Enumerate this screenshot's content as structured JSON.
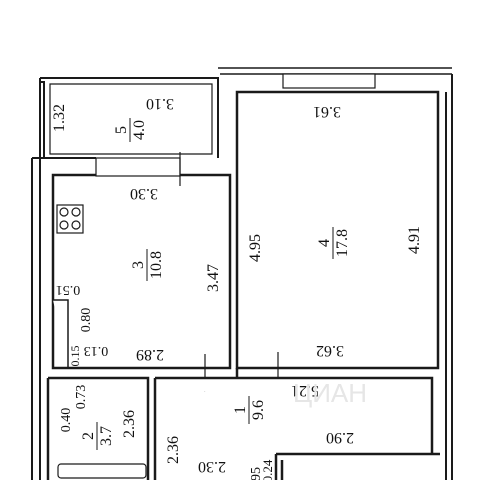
{
  "rooms": [
    {
      "number": "5",
      "area": "4.0",
      "width_label": "3.10",
      "depth_label": "1.32"
    },
    {
      "number": "4",
      "area": "17.8",
      "width_top": "3.61",
      "width_bottom": "3.62",
      "height_left": "4.95",
      "height_right": "4.91"
    },
    {
      "number": "3",
      "area": "10.8",
      "width_top": "3.30",
      "width_bottom": "2.89",
      "height": "3.47",
      "nook_width": "0.51",
      "nook_height": "0.80",
      "small_a": "0.13",
      "small_b": "0.15"
    },
    {
      "number": "2",
      "area": "3.7",
      "height": "2.36",
      "small_a": "0.73",
      "small_b": "0.40"
    },
    {
      "number": "1",
      "area": "9.6",
      "width_top": "5.21",
      "height": "2.36",
      "width_bottom": "2.30",
      "small_a": "0.24",
      "small_b": "95"
    }
  ],
  "extra": {
    "right_bottom_width": "2.90"
  },
  "watermark": "ЦИАН"
}
